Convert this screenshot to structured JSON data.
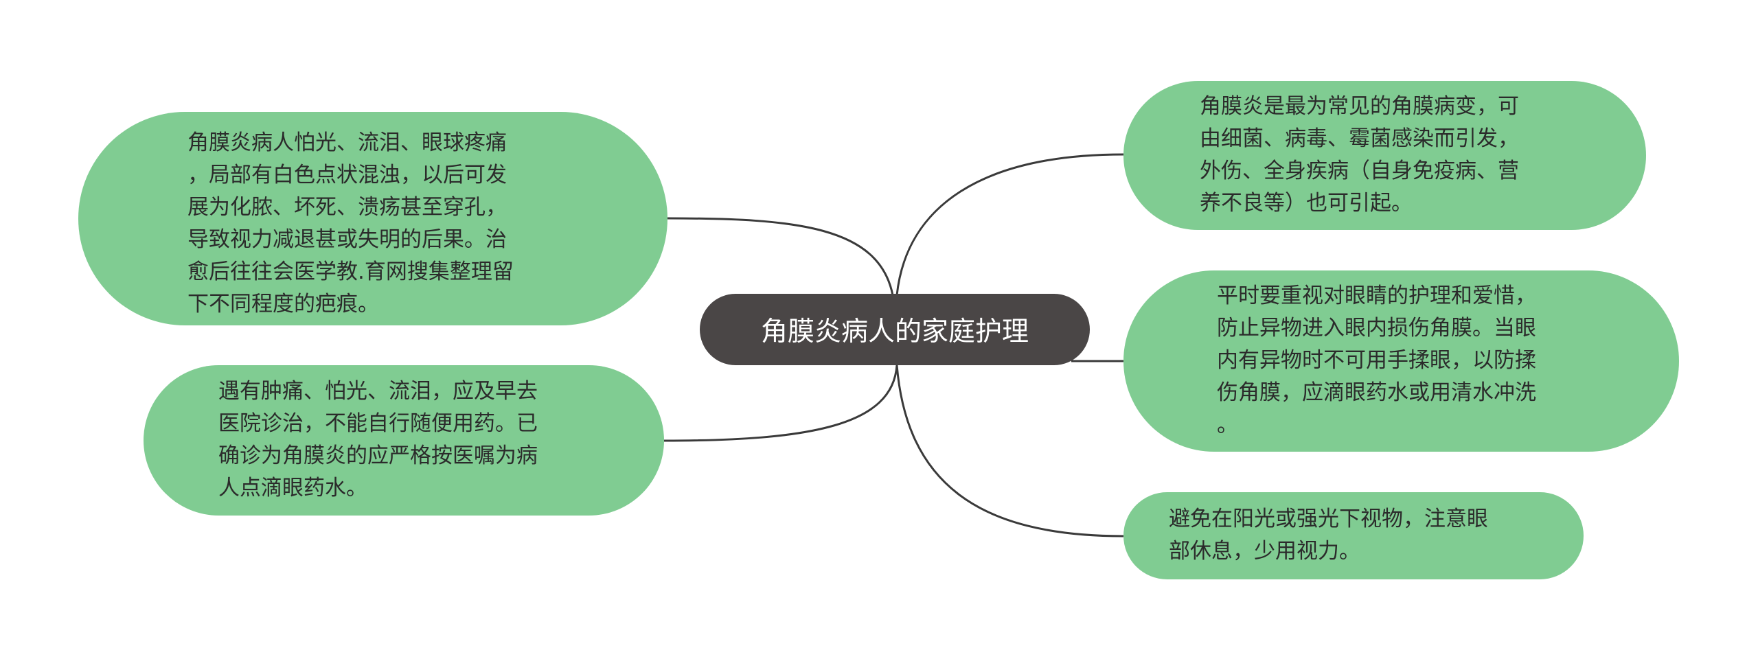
{
  "colors": {
    "node_fill": "#80cc92",
    "center_fill": "#4a4646",
    "line": "#3a3a3a"
  },
  "center": {
    "label": "角膜炎病人的家庭护理"
  },
  "left": [
    {
      "text": "角膜炎病人怕光、流泪、眼球疼痛\n，局部有白色点状混浊，以后可发\n展为化脓、坏死、溃疡甚至穿孔，\n导致视力减退甚或失明的后果。治\n愈后往往会医学教.育网搜集整理留\n下不同程度的疤痕。"
    },
    {
      "text": "遇有肿痛、怕光、流泪，应及早去\n医院诊治，不能自行随便用药。已\n确诊为角膜炎的应严格按医嘱为病\n人点滴眼药水。"
    }
  ],
  "right": [
    {
      "text": "角膜炎是最为常见的角膜病变，可\n由细菌、病毒、霉菌感染而引发，\n外伤、全身疾病（自身免疫病、营\n养不良等）也可引起。"
    },
    {
      "text": "平时要重视对眼睛的护理和爱惜，\n防止异物进入眼内损伤角膜。当眼\n内有异物时不可用手揉眼，以防揉\n伤角膜，应滴眼药水或用清水冲洗\n。"
    },
    {
      "text": "避免在阳光或强光下视物，注意眼\n部休息，少用视力。"
    }
  ]
}
